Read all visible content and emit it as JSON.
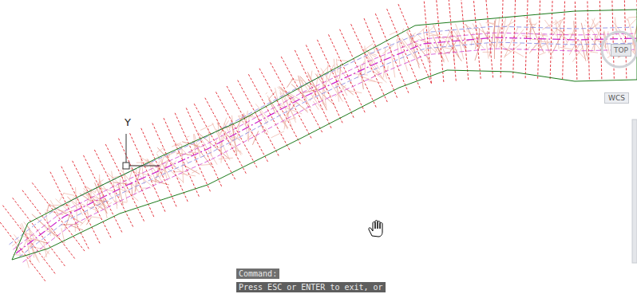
{
  "diagram": {
    "labels": [
      "Y",
      "TOP",
      "WCS",
      "Command:",
      "Press ESC or ENTER to exit, or"
    ]
  }
}
